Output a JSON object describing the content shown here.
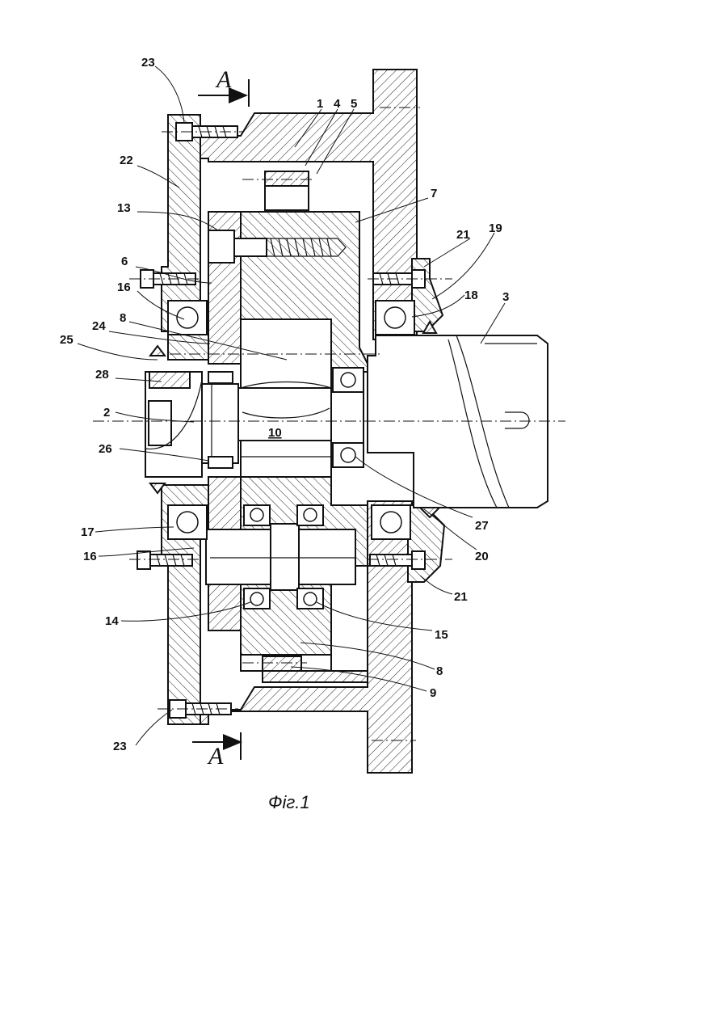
{
  "figure": {
    "caption": "Фіг.1",
    "section_label": "A"
  },
  "labels": {
    "l23_top": "23",
    "l1": "1",
    "l4": "4",
    "l5": "5",
    "l22": "22",
    "l7": "7",
    "l13": "13",
    "l21_top": "21",
    "l19": "19",
    "l6": "6",
    "l16_top": "16",
    "l18": "18",
    "l3": "3",
    "l24": "24",
    "l8_top": "8",
    "l25": "25",
    "l28": "28",
    "l2": "2",
    "l10": "10",
    "l26": "26",
    "l27": "27",
    "l17": "17",
    "l20": "20",
    "l16_bot": "16",
    "l21_bot": "21",
    "l14": "14",
    "l15": "15",
    "l8_bot": "8",
    "l9": "9",
    "l23_bot": "23"
  }
}
